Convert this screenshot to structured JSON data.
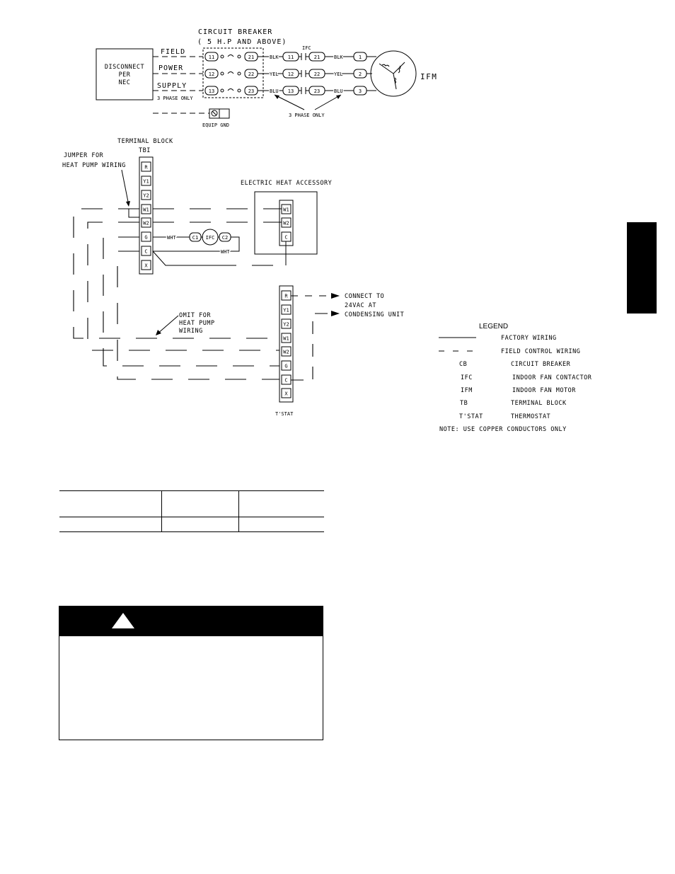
{
  "power": {
    "disconnect": [
      "DISCONNECT",
      "PER",
      "NEC"
    ],
    "field": "FIELD",
    "power_label": "POWER",
    "supply": "SUPPLY",
    "three_phase": "3 PHASE ONLY",
    "cb_title": "CIRCUIT BREAKER",
    "cb_sub": "( 5 H.P AND ABOVE)",
    "cb_terms_left": [
      "11",
      "12",
      "13"
    ],
    "cb_terms_right": [
      "21",
      "22",
      "23"
    ],
    "wire_colors": [
      "BLK",
      "YEL",
      "BLU"
    ],
    "ifc": "IFC",
    "ifc_terms_left": [
      "11",
      "12",
      "13"
    ],
    "ifc_terms_right": [
      "21",
      "22",
      "23"
    ],
    "motor_terms": [
      "1",
      "2",
      "3"
    ],
    "ifm": "IFM",
    "three_phase_only": "3 PHASE ONLY",
    "equip_gnd": "EQUIP GND"
  },
  "control": {
    "tb_title": "TERMINAL BLOCK",
    "tb_name": "TBI",
    "tb_terms": [
      "R",
      "Y1",
      "Y2",
      "W1",
      "W2",
      "G",
      "C",
      "X"
    ],
    "jumper": [
      "JUMPER FOR",
      "HEAT PUMP WIRING"
    ],
    "eha_title": "ELECTRIC HEAT ACCESSORY",
    "eha_terms": [
      "W1",
      "W2",
      "C"
    ],
    "wht": "WHT",
    "ifc_coil": "IFC",
    "c1": "C1",
    "c2": "C2",
    "omit": [
      "OMIT FOR",
      "HEAT PUMP",
      "WIRING"
    ],
    "connect": [
      "CONNECT TO",
      "24VAC AT",
      "CONDENSING UNIT"
    ],
    "tstat_terms": [
      "R",
      "Y1",
      "Y2",
      "W1",
      "W2",
      "G",
      "C",
      "X"
    ],
    "tstat_label": "T'STAT"
  },
  "legend": {
    "title": "LEGEND",
    "factory": "FACTORY WIRING",
    "field": "FIELD CONTROL WIRING",
    "items": [
      {
        "abbr": "CB",
        "desc": "CIRCUIT BREAKER"
      },
      {
        "abbr": "IFC",
        "desc": "INDOOR FAN CONTACTOR"
      },
      {
        "abbr": "IFM",
        "desc": "INDOOR FAN MOTOR"
      },
      {
        "abbr": "TB",
        "desc": "TERMINAL BLOCK"
      },
      {
        "abbr": "T'STAT",
        "desc": "THERMOSTAT"
      }
    ],
    "note": "NOTE:  USE COPPER CONDUCTORS ONLY"
  }
}
